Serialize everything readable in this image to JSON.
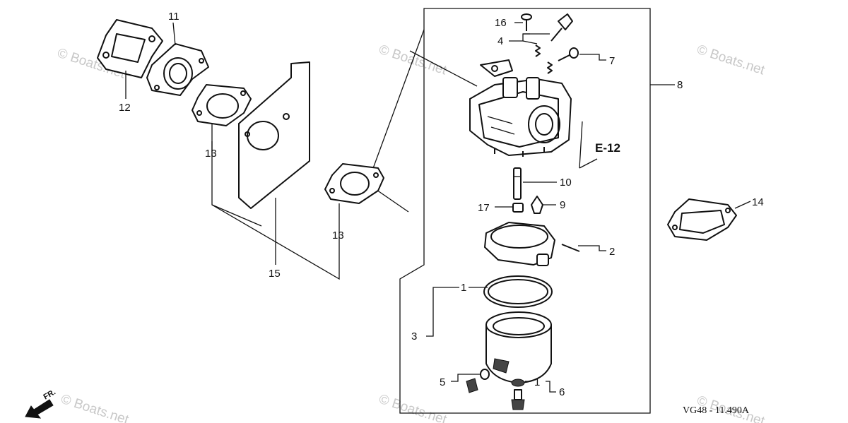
{
  "diagram": {
    "callouts": {
      "c1a": "1",
      "c1b": "1",
      "c2": "2",
      "c3": "3",
      "c4": "4",
      "c5": "5",
      "c6": "6",
      "c7": "7",
      "c8": "8",
      "c9": "9",
      "c10": "10",
      "c11": "11",
      "c12": "12",
      "c13a": "13",
      "c13b": "13",
      "c14": "14",
      "c15": "15",
      "c16": "16",
      "c17": "17"
    },
    "reference_label": "E-12",
    "direction_label": "FR.",
    "diagram_code": "VG48 - 11.490A",
    "watermarks": [
      "© Boats.net",
      "© Boats.net",
      "© Boats.net",
      "© Boats.net",
      "© Boats.net",
      "© Boats.net"
    ]
  }
}
